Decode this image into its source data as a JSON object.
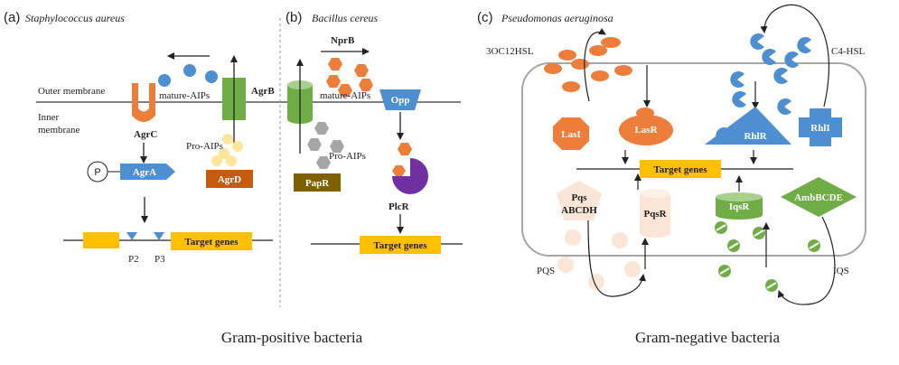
{
  "panel_a": {
    "letter": "(a)",
    "organism": "Staphylococcus aureus",
    "outer_membrane": "Outer membrane",
    "inner_membrane_1": "Inner",
    "inner_membrane_2": "membrane",
    "mature_aips": "mature-AIPs",
    "agrb": "AgrB",
    "agrc": "AgrC",
    "pro_aips": "Pro-AIPs",
    "phospho": "P",
    "agra": "AgrA",
    "agrd": "AgrD",
    "p2": "P2",
    "p3": "P3",
    "target_genes": "Target genes"
  },
  "panel_b": {
    "letter": "(b)",
    "organism": "Bacillus cereus",
    "nprb": "NprB",
    "mature_aips": "mature-AIPs",
    "opp": "Opp",
    "pro_aips": "Pro-AIPs",
    "papr": "PapR",
    "plcr": "PlcR",
    "target_genes": "Target genes"
  },
  "panel_c": {
    "letter": "(c)",
    "organism": "Pseudomonas aeruginosa",
    "oc12hsl": "3OC12HSL",
    "c4hsl": "C4-HSL",
    "lasi": "LasI",
    "lasr": "LasR",
    "rhlr": "RhlR",
    "rhli": "RhlI",
    "target_genes": "Target genes",
    "pqs_abcdh_1": "Pqs",
    "pqs_abcdh_2": "ABCDH",
    "pqsr": "PqsR",
    "iqsr": "IqsR",
    "ambbcde": "AmbBCDE",
    "pqs": "PQS",
    "iqs": "IQS"
  },
  "captions": {
    "gram_positive": "Gram-positive bacteria",
    "gram_negative": "Gram-negative bacteria"
  },
  "colors": {
    "orange": "#ec7d3a",
    "blue": "#4d8fd0",
    "green": "#70ad47",
    "yellow": "#ffc000",
    "pale_yellow": "#ffe699",
    "brown_orange": "#c55a11",
    "dark_gold": "#7f6000",
    "purple": "#7030a0",
    "gray": "#a6a6a6",
    "peach": "#fbe5d6"
  }
}
